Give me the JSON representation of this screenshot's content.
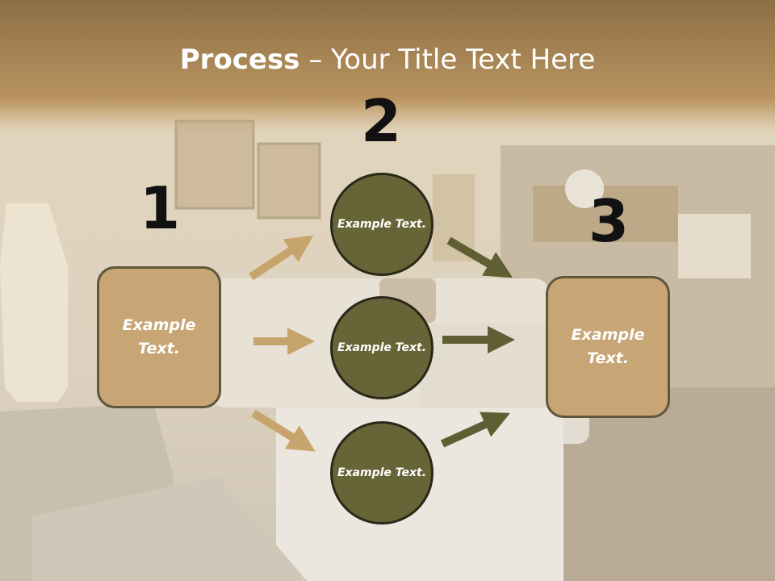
{
  "slide": {
    "title_bold": "Process",
    "title_rest": " – Your Title Text Here",
    "steps": [
      "1",
      "2",
      "3"
    ],
    "left_box": "Example Text.",
    "right_box": "Example Text.",
    "circles": [
      "Example Text.",
      "Example Text.",
      "Example Text."
    ]
  },
  "colors": {
    "header_band": "#b48f58",
    "box_fill": "#c7a574",
    "circle_fill": "#676537",
    "arrow_tan": "#c8a46d",
    "arrow_olive": "#5f5f33"
  }
}
